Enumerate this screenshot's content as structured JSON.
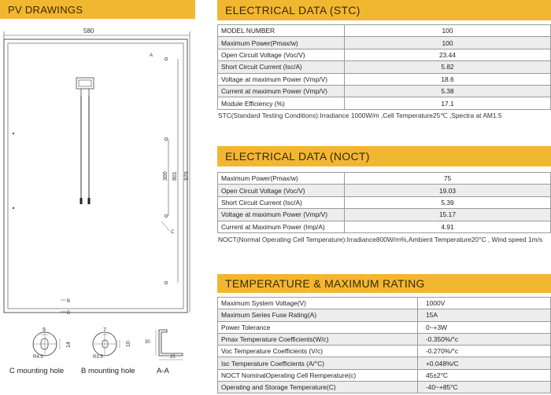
{
  "left_panel": {
    "title": "PV DRAWINGS",
    "dims": {
      "width": "580",
      "height": "970",
      "inner": "801",
      "hole_span": "300",
      "pin_a": "A",
      "pin_c": "C",
      "pin_b_top": "B",
      "pin_b_bottom": "B"
    },
    "details": {
      "c_hole": {
        "w": "9",
        "h": "14",
        "r": "R4.5",
        "caption": "C mounting hole"
      },
      "b_hole": {
        "w": "7",
        "h": "10",
        "r": "R3.5",
        "caption": "B mounting hole"
      },
      "aa": {
        "h": "30",
        "w": "25",
        "caption": "A-A"
      }
    }
  },
  "stc": {
    "title": "ELECTRICAL DATA (STC)",
    "rows": [
      {
        "label": "MODEL NUMBER",
        "value": "100"
      },
      {
        "label": "Maximum Power(Pmax/w)",
        "value": "100"
      },
      {
        "label": "Open Circuit Voltage (Voc/V)",
        "value": "23.44"
      },
      {
        "label": "Short Circuit Current (Isc/A)",
        "value": "5.82"
      },
      {
        "label": "Voltage at maximum Power (Vmp/V)",
        "value": "18.6"
      },
      {
        "label": "Current at maximum Power (Vmp/V)",
        "value": "5.38"
      },
      {
        "label": "Module Efficiency (%)",
        "value": "17.1"
      }
    ],
    "note": "STC(Standard Testing Conditions):Irradiance 1000W/m ,Cell Temperature25℃ ,Spectra at AM1.5"
  },
  "noct": {
    "title": "ELECTRICAL DATA (NOCT)",
    "rows": [
      {
        "label": "Maximum Power(Pmax/w)",
        "value": "75"
      },
      {
        "label": "Open Circuit Voltage (Voc/V)",
        "value": "19.03"
      },
      {
        "label": "Short Circuit Current (Isc/A)",
        "value": "5.39"
      },
      {
        "label": "Voltage at maximum Power (Vmp/V)",
        "value": "15.17"
      },
      {
        "label": "Current at Maximum Power (Imp/A)",
        "value": "4.91"
      }
    ],
    "note": "NOCT(Normal Operating Cell Temperature):Irradiance800W/m%,Ambient Temperature20°C , Wind speed 1m/s"
  },
  "temperature": {
    "title": "TEMPERATURE & MAXIMUM RATING",
    "rows": [
      {
        "label": "Maximum System Voltage(V)",
        "value": "1000V"
      },
      {
        "label": "Maximum Series Fuse Rating(A)",
        "value": "15A"
      },
      {
        "label": "Power Tolerance",
        "value": "0~+3W"
      },
      {
        "label": "Pmax Temperature Coefficients(W/c)",
        "value": "-0.350%/°c"
      },
      {
        "label": "Voc Temperature Coefficients (V/c)",
        "value": "-0.270%/°c"
      },
      {
        "label": "Isc Temperature Coefficients (A/°C)",
        "value": "+0.048%/C"
      },
      {
        "label": "NOCT NominalOperating Cell Remperature(c)",
        "value": "45±2°C"
      },
      {
        "label": "Operating and Storage Temperature(C)",
        "value": "-40~+85°C"
      }
    ]
  }
}
